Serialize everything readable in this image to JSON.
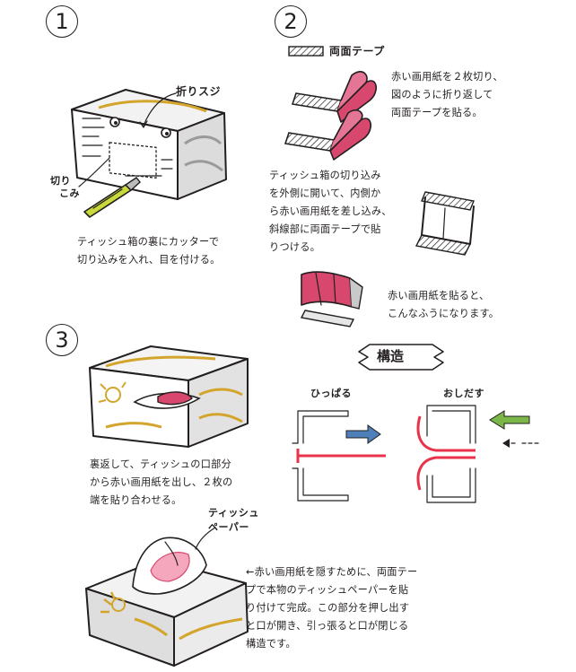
{
  "steps": {
    "step1": {
      "number": "1"
    },
    "step2": {
      "number": "2"
    },
    "step3": {
      "number": "3"
    }
  },
  "step1": {
    "label_fold": "折りスジ",
    "label_cut_1": "切り",
    "label_cut_2": "こみ",
    "caption_line1": "ティッシュ箱の裏にカッターで",
    "caption_line2": "切り込みを入れ、目を付ける。"
  },
  "step2": {
    "tape_label": "両面テープ",
    "caption_a_line1": "赤い画用紙を２枚切り、",
    "caption_a_line2": "図のように折り返して",
    "caption_a_line3": "両面テープを貼る。",
    "caption_b_line1": "ティッシュ箱の切り込み",
    "caption_b_line2": "を外側に開いて、内側か",
    "caption_b_line3": "ら赤い画用紙を差し込み、",
    "caption_b_line4": "斜線部に両面テープで貼",
    "caption_b_line5": "りつける。",
    "caption_c_line1": "赤い画用紙を貼ると、",
    "caption_c_line2": "こんなふうになります。"
  },
  "structure": {
    "banner": "構造",
    "pull_label": "ひっぱる",
    "push_label": "おしだす",
    "colors": {
      "red": "#e8334a",
      "blue": "#4e7fb8",
      "green": "#7ab648"
    }
  },
  "step3": {
    "caption_a_line1": "裏返して、ティッシュの口部分",
    "caption_a_line2": "から赤い画用紙を出し、２枚の",
    "caption_a_line3": "端を貼り合わせる。",
    "tissue_label_1": "ティッシュ",
    "tissue_label_2": "ペーパー",
    "caption_b_line1": "←赤い画用紙を隠すために、両面テー",
    "caption_b_line2": "プで本物のティッシュペーパーを貼",
    "caption_b_line3": "り付けて完成。この部分を押し出す",
    "caption_b_line4": "と口が開き、引っ張ると口が閉じる",
    "caption_b_line5": "構造です。"
  },
  "colors": {
    "pink": "#d8486e",
    "gold": "#d4a52c",
    "gray": "#9a9a9a"
  }
}
